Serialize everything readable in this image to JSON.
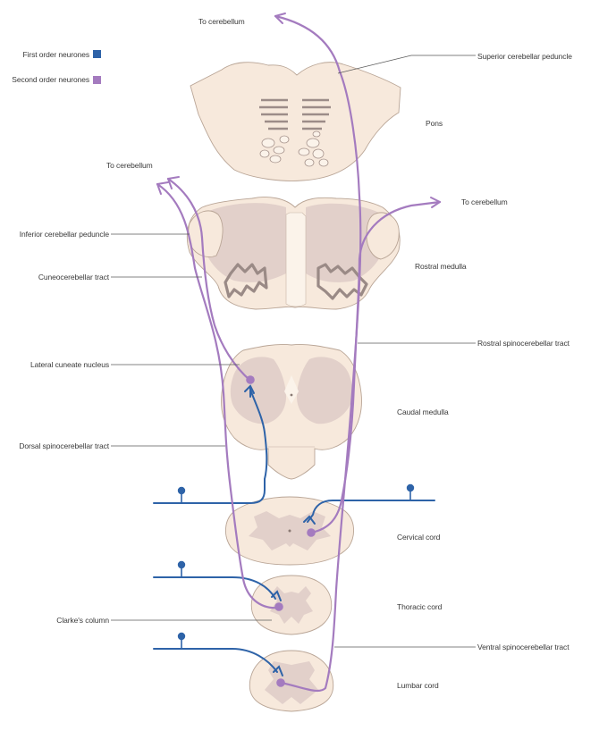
{
  "legend": {
    "first_order": "First order neurones",
    "second_order": "Second order neurones",
    "first_order_color": "#2e63a8",
    "second_order_color": "#a47bbf"
  },
  "labels": {
    "to_cerebellum_top": "To cerebellum",
    "to_cerebellum_left": "To cerebellum",
    "to_cerebellum_right": "To cerebellum",
    "superior_peduncle": "Superior cerebellar peduncle",
    "pons": "Pons",
    "inferior_peduncle": "Inferior cerebellar peduncle",
    "cuneocerebellar": "Cuneocerebellar tract",
    "rostral_medulla": "Rostral medulla",
    "rostral_spinocerebellar": "Rostral spinocerebellar tract",
    "lateral_cuneate": "Lateral cuneate nucleus",
    "caudal_medulla": "Caudal medulla",
    "dorsal_spinocerebellar": "Dorsal spinocerebellar tract",
    "cervical_cord": "Cervical cord",
    "thoracic_cord": "Thoracic cord",
    "clarkes_column": "Clarke's column",
    "ventral_spinocerebellar": "Ventral spinocerebellar tract",
    "lumbar_cord": "Lumbar cord"
  }
}
